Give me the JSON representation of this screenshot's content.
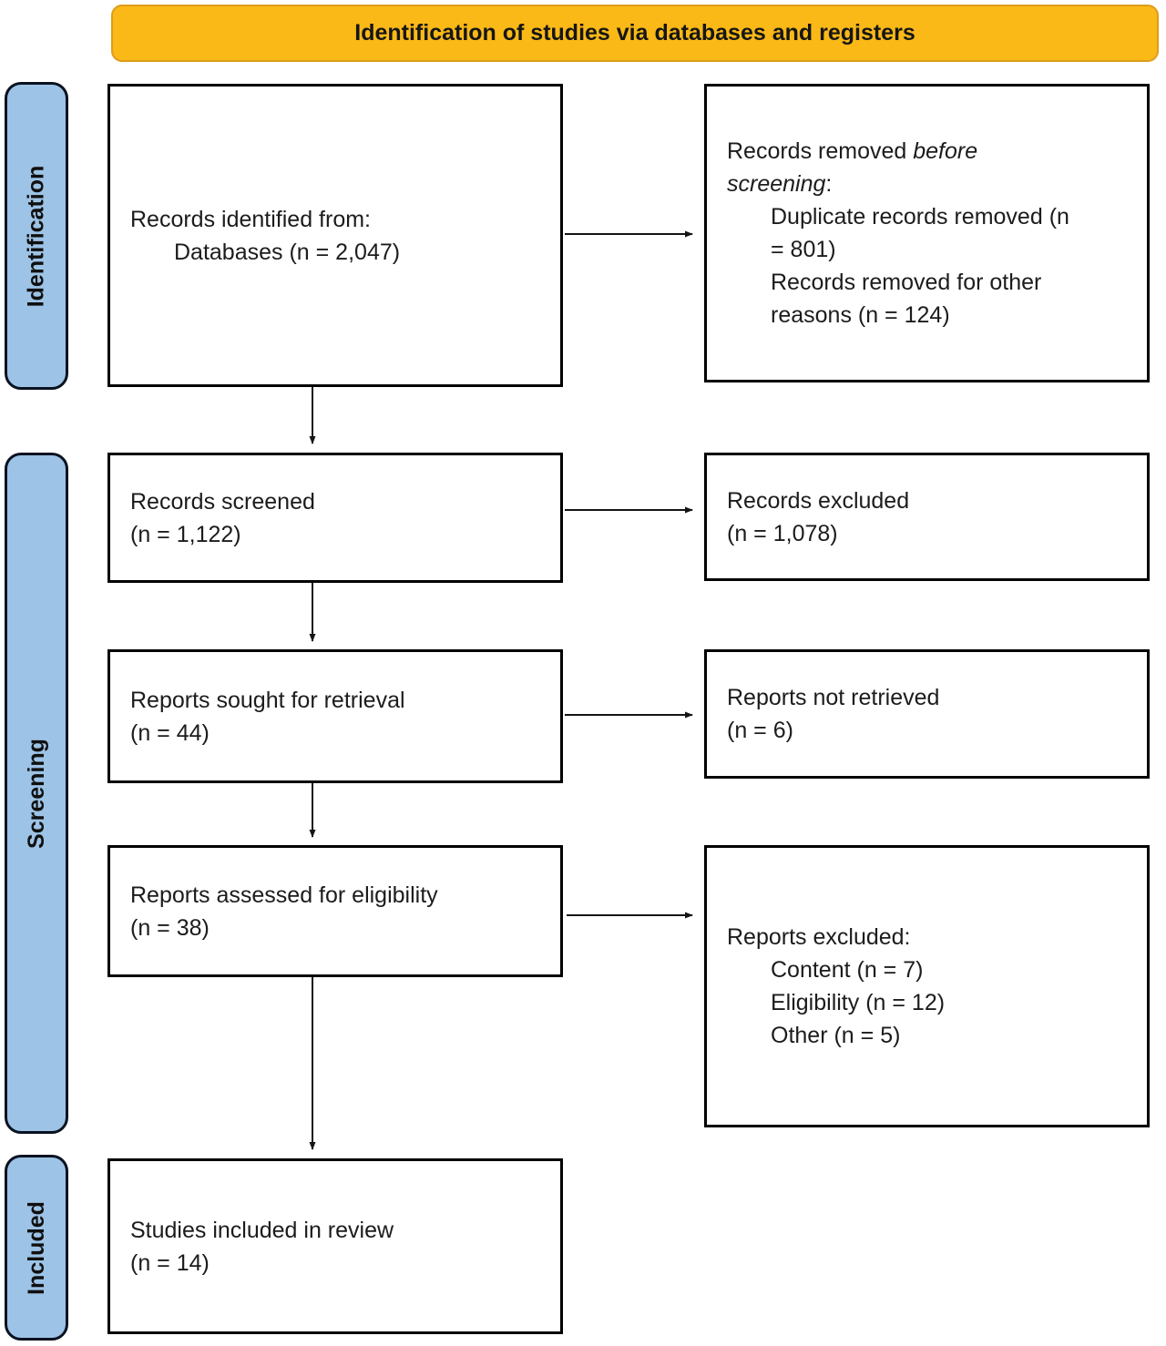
{
  "banner": {
    "title": "Identification of studies via databases and registers"
  },
  "sidebar": {
    "identification": "Identification",
    "screening": "Screening",
    "included": "Included"
  },
  "boxes": {
    "records_identified": {
      "line1": "Records identified from:",
      "line2": "Databases (n = 2,047)"
    },
    "records_removed": {
      "lead_text": "Records removed ",
      "lead_italic_1": "before",
      "lead_italic_2": "screening",
      "lead_suffix": ":",
      "item1": "Duplicate records removed  (n\n= 801)",
      "item2": "Records removed for other\nreasons (n = 124)"
    },
    "records_screened": {
      "text": "Records screened\n(n = 1,122)"
    },
    "records_excluded": {
      "text": "Records excluded\n(n = 1,078)"
    },
    "reports_sought": {
      "text": "Reports sought for retrieval\n(n = 44)"
    },
    "reports_not_retrieved": {
      "text": "Reports not retrieved\n(n = 6)"
    },
    "reports_assessed": {
      "text": "Reports assessed for eligibility\n(n = 38)"
    },
    "reports_excluded": {
      "lead": "Reports excluded:",
      "item1": "Content (n = 7)",
      "item2": "Eligibility (n = 12)",
      "item3": "Other (n = 5)"
    },
    "studies_included": {
      "text": "Studies included in review\n(n = 14)"
    }
  },
  "colors": {
    "banner_fill": "#FBB917",
    "banner_border": "#DD9C1C",
    "stage_fill": "#9DC3E6",
    "box_border": "#000000",
    "arrow": "#151515"
  }
}
